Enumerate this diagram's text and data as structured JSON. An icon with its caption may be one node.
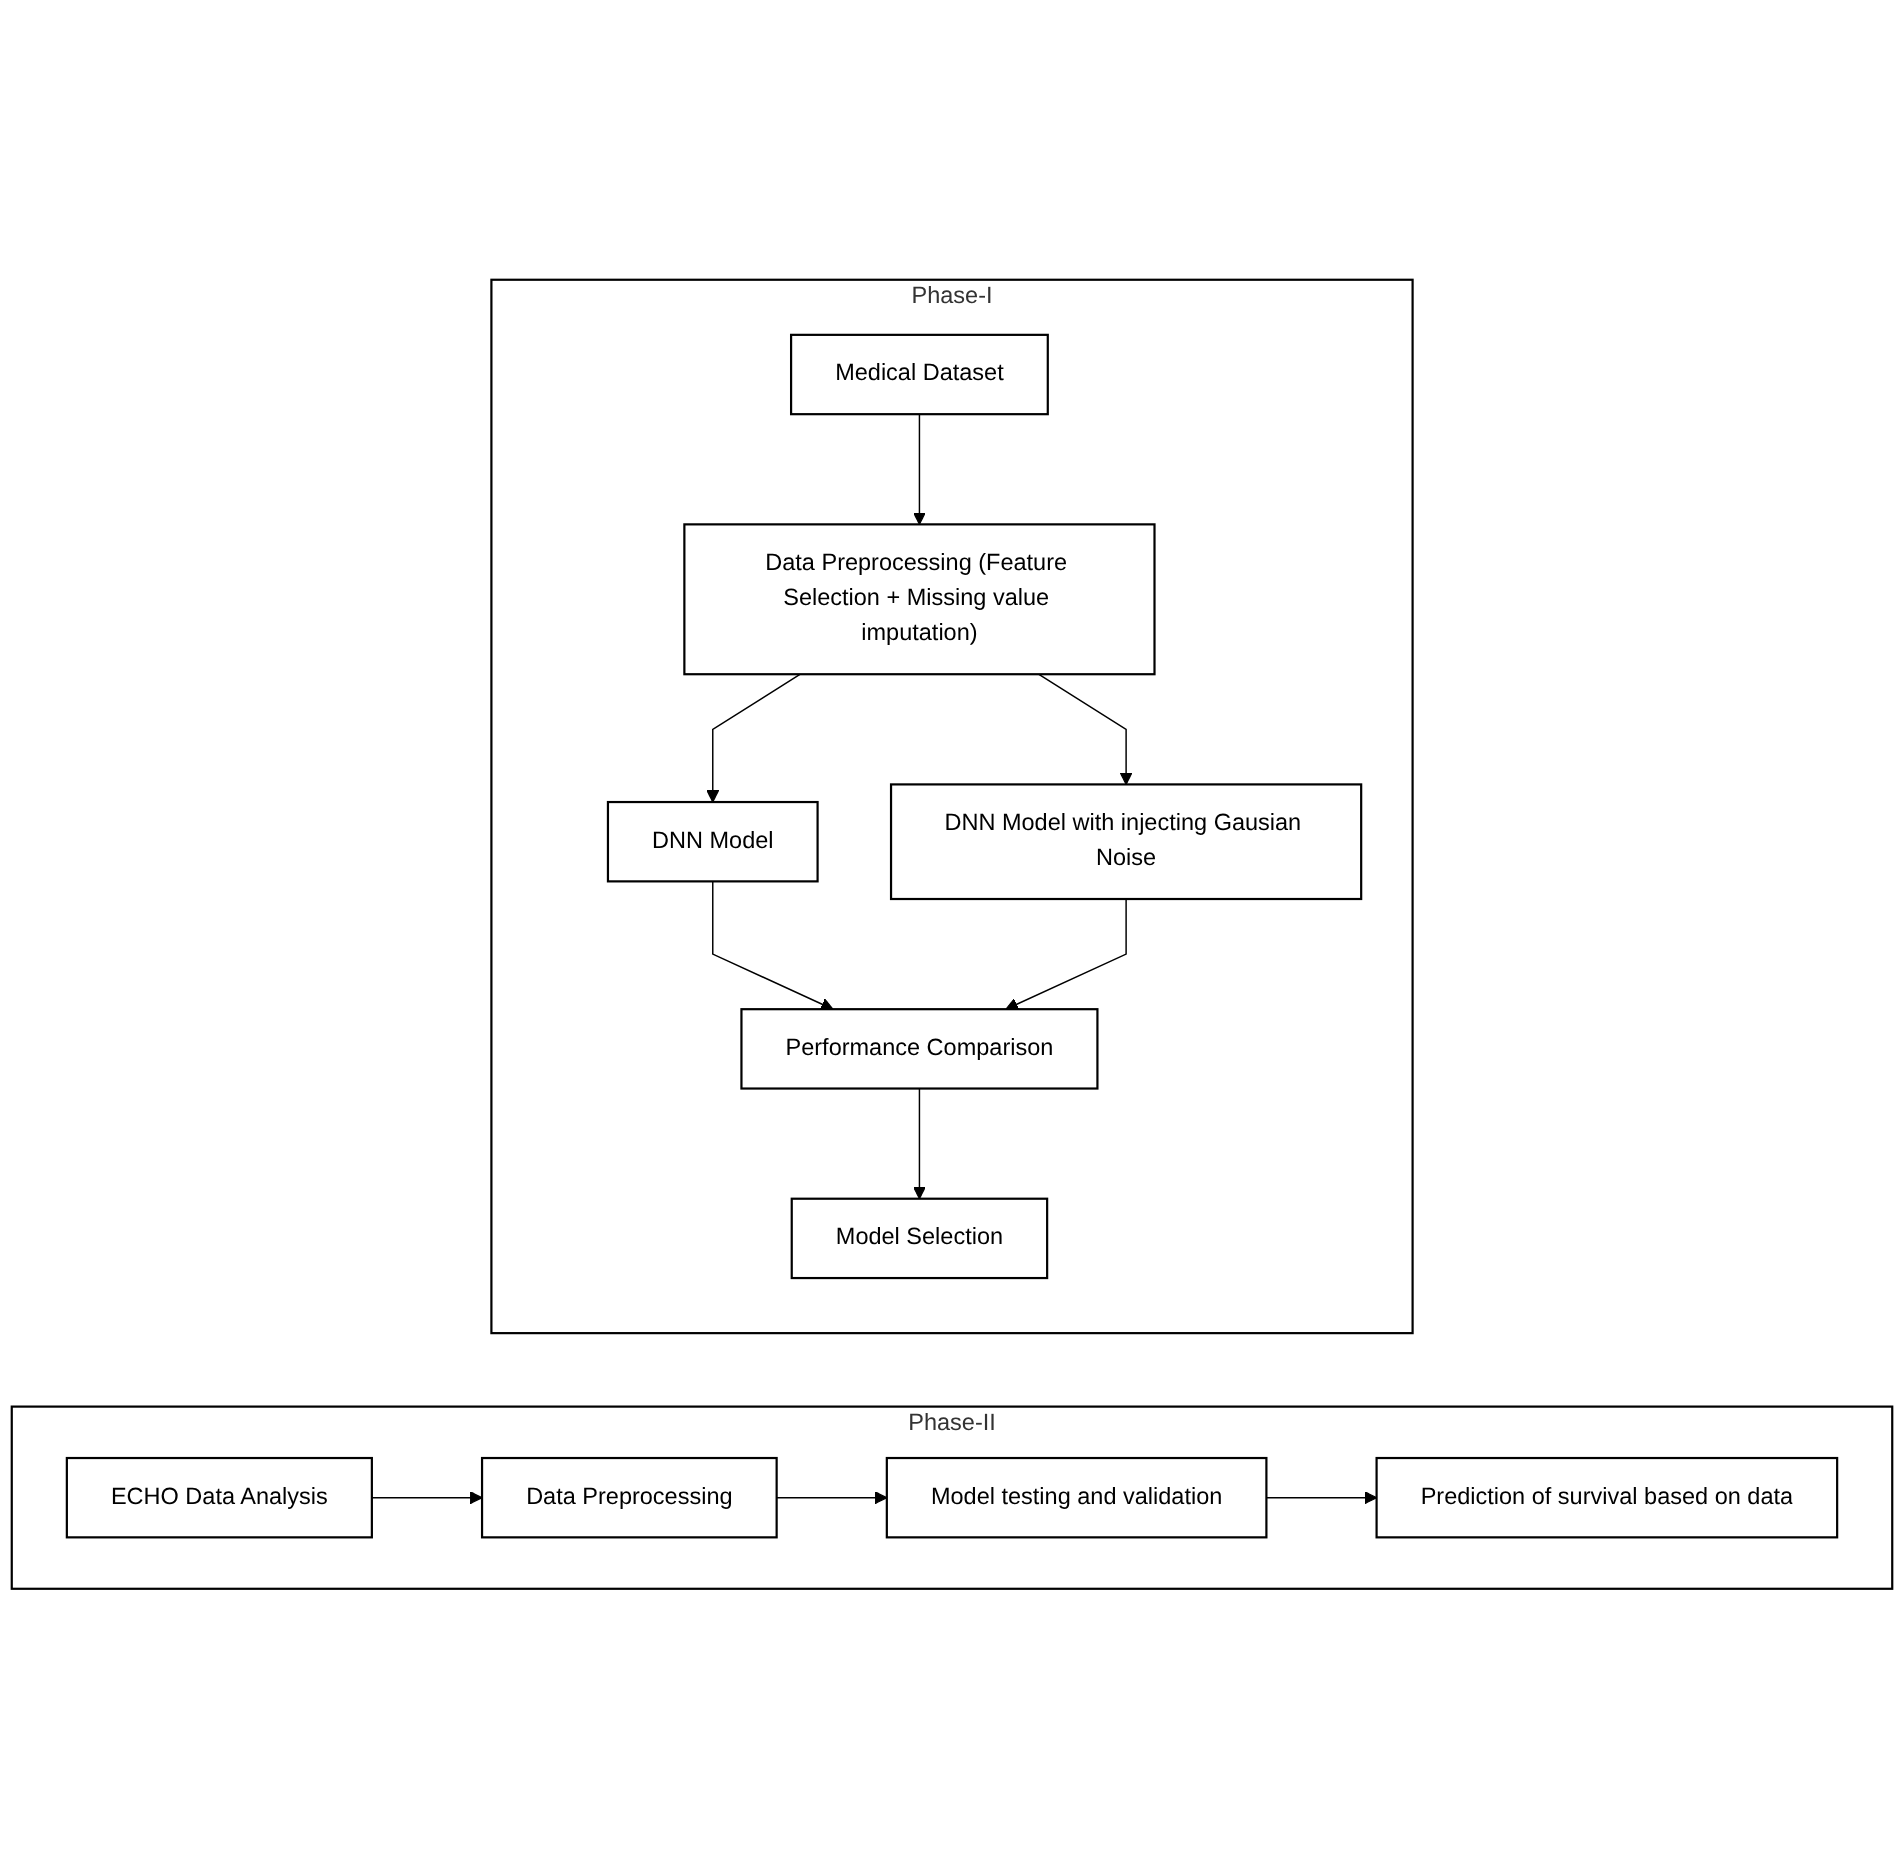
{
  "diagram": {
    "nodes": [
      {
        "text": [
          "Phase-I"
        ]
      },
      {
        "text": [
          "Medical Dataset"
        ],
        "in": 0
      },
      {
        "text": [
          "Data Preprocessing (Feature Selection + Missing value imputation)"
        ],
        "in": 0
      },
      {
        "text": [
          "DNN Model"
        ],
        "in": 0
      },
      {
        "text": [
          "DNN Model with injecting Gausian Noise"
        ],
        "in": 0
      },
      {
        "text": [
          "Performance Comparison"
        ],
        "in": 0
      },
      {
        "text": [
          "Model Selection"
        ],
        "in": 0
      },
      {
        "text": [
          "Phase-II"
        ]
      },
      {
        "text": [
          "ECHO Data Analysis"
        ],
        "in": 7
      },
      {
        "text": [
          "Data Preprocessing"
        ],
        "in": 7
      },
      {
        "text": [
          "Model testing and validation"
        ],
        "in": 7
      },
      {
        "text": [
          "Prediction of survival based on data"
        ],
        "in": 7
      }
    ],
    "edges": [
      {
        "from": 1,
        "to": 2,
        "arrow": "to"
      },
      {
        "from": 2,
        "to": 3,
        "arrow": "to"
      },
      {
        "from": 2,
        "to": 4,
        "arrow": "to"
      },
      {
        "from": 3,
        "to": 5,
        "arrow": "to"
      },
      {
        "from": 4,
        "to": 5,
        "arrow": "to"
      },
      {
        "from": 5,
        "to": 6,
        "arrow": "to"
      },
      {
        "from": 8,
        "to": 9,
        "arrow": "to"
      },
      {
        "from": 9,
        "to": 10,
        "arrow": "to"
      },
      {
        "from": 10,
        "to": 11,
        "arrow": "to"
      }
    ]
  }
}
